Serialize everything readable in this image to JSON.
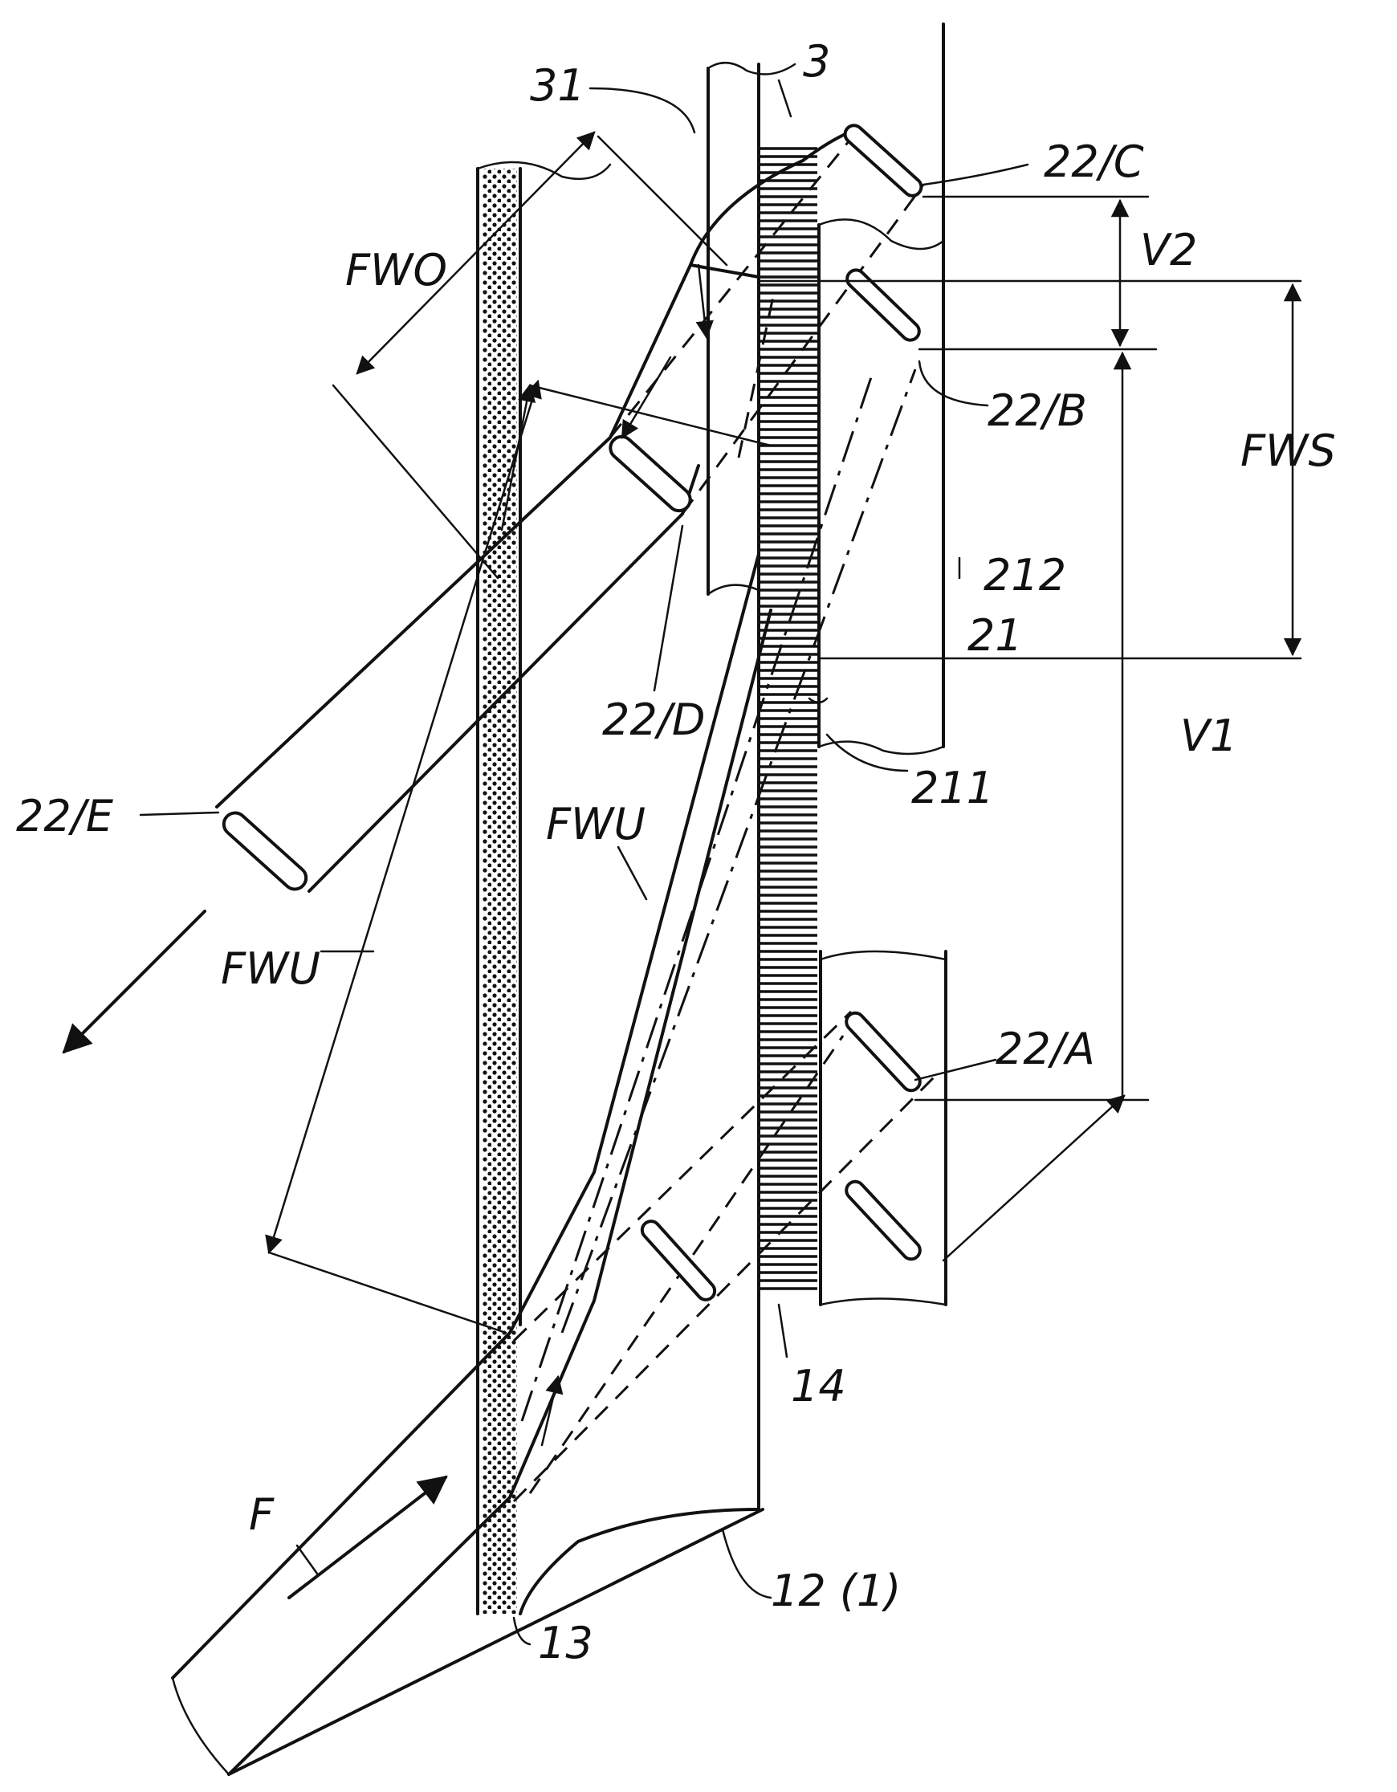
{
  "labels": {
    "l31": "31",
    "l3": "3",
    "l22C": "22/C",
    "lV2": "V2",
    "lFWO": "FWO",
    "l22B": "22/B",
    "lFWS": "FWS",
    "l212": "212",
    "l21": "21",
    "l22D": "22/D",
    "l22E": "22/E",
    "l211": "211",
    "lV1": "V1",
    "lFWU1": "FWU",
    "lFWU2": "FWU",
    "l22A": "22/A",
    "l14": "14",
    "lF": "F",
    "l12": "12 (1)",
    "l13": "13"
  }
}
